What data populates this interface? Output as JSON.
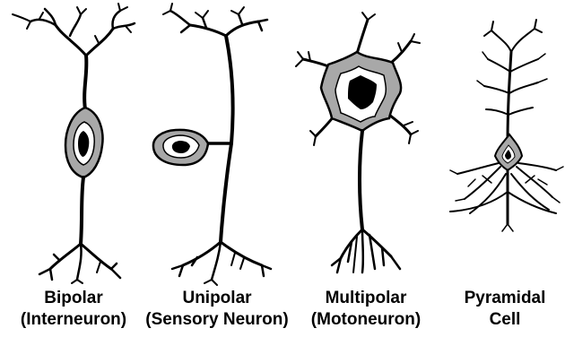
{
  "colors": {
    "ink": "#000000",
    "membrane": "#a8a8a8",
    "cytoplasm": "#ffffff",
    "background": "#ffffff"
  },
  "neurons": [
    {
      "line1": "Bipolar",
      "line2": "(Interneuron)"
    },
    {
      "line1": "Unipolar",
      "line2": "(Sensory Neuron)"
    },
    {
      "line1": "Multipolar",
      "line2": "(Motoneuron)"
    },
    {
      "line1": "Pyramidal",
      "line2": "Cell"
    }
  ]
}
